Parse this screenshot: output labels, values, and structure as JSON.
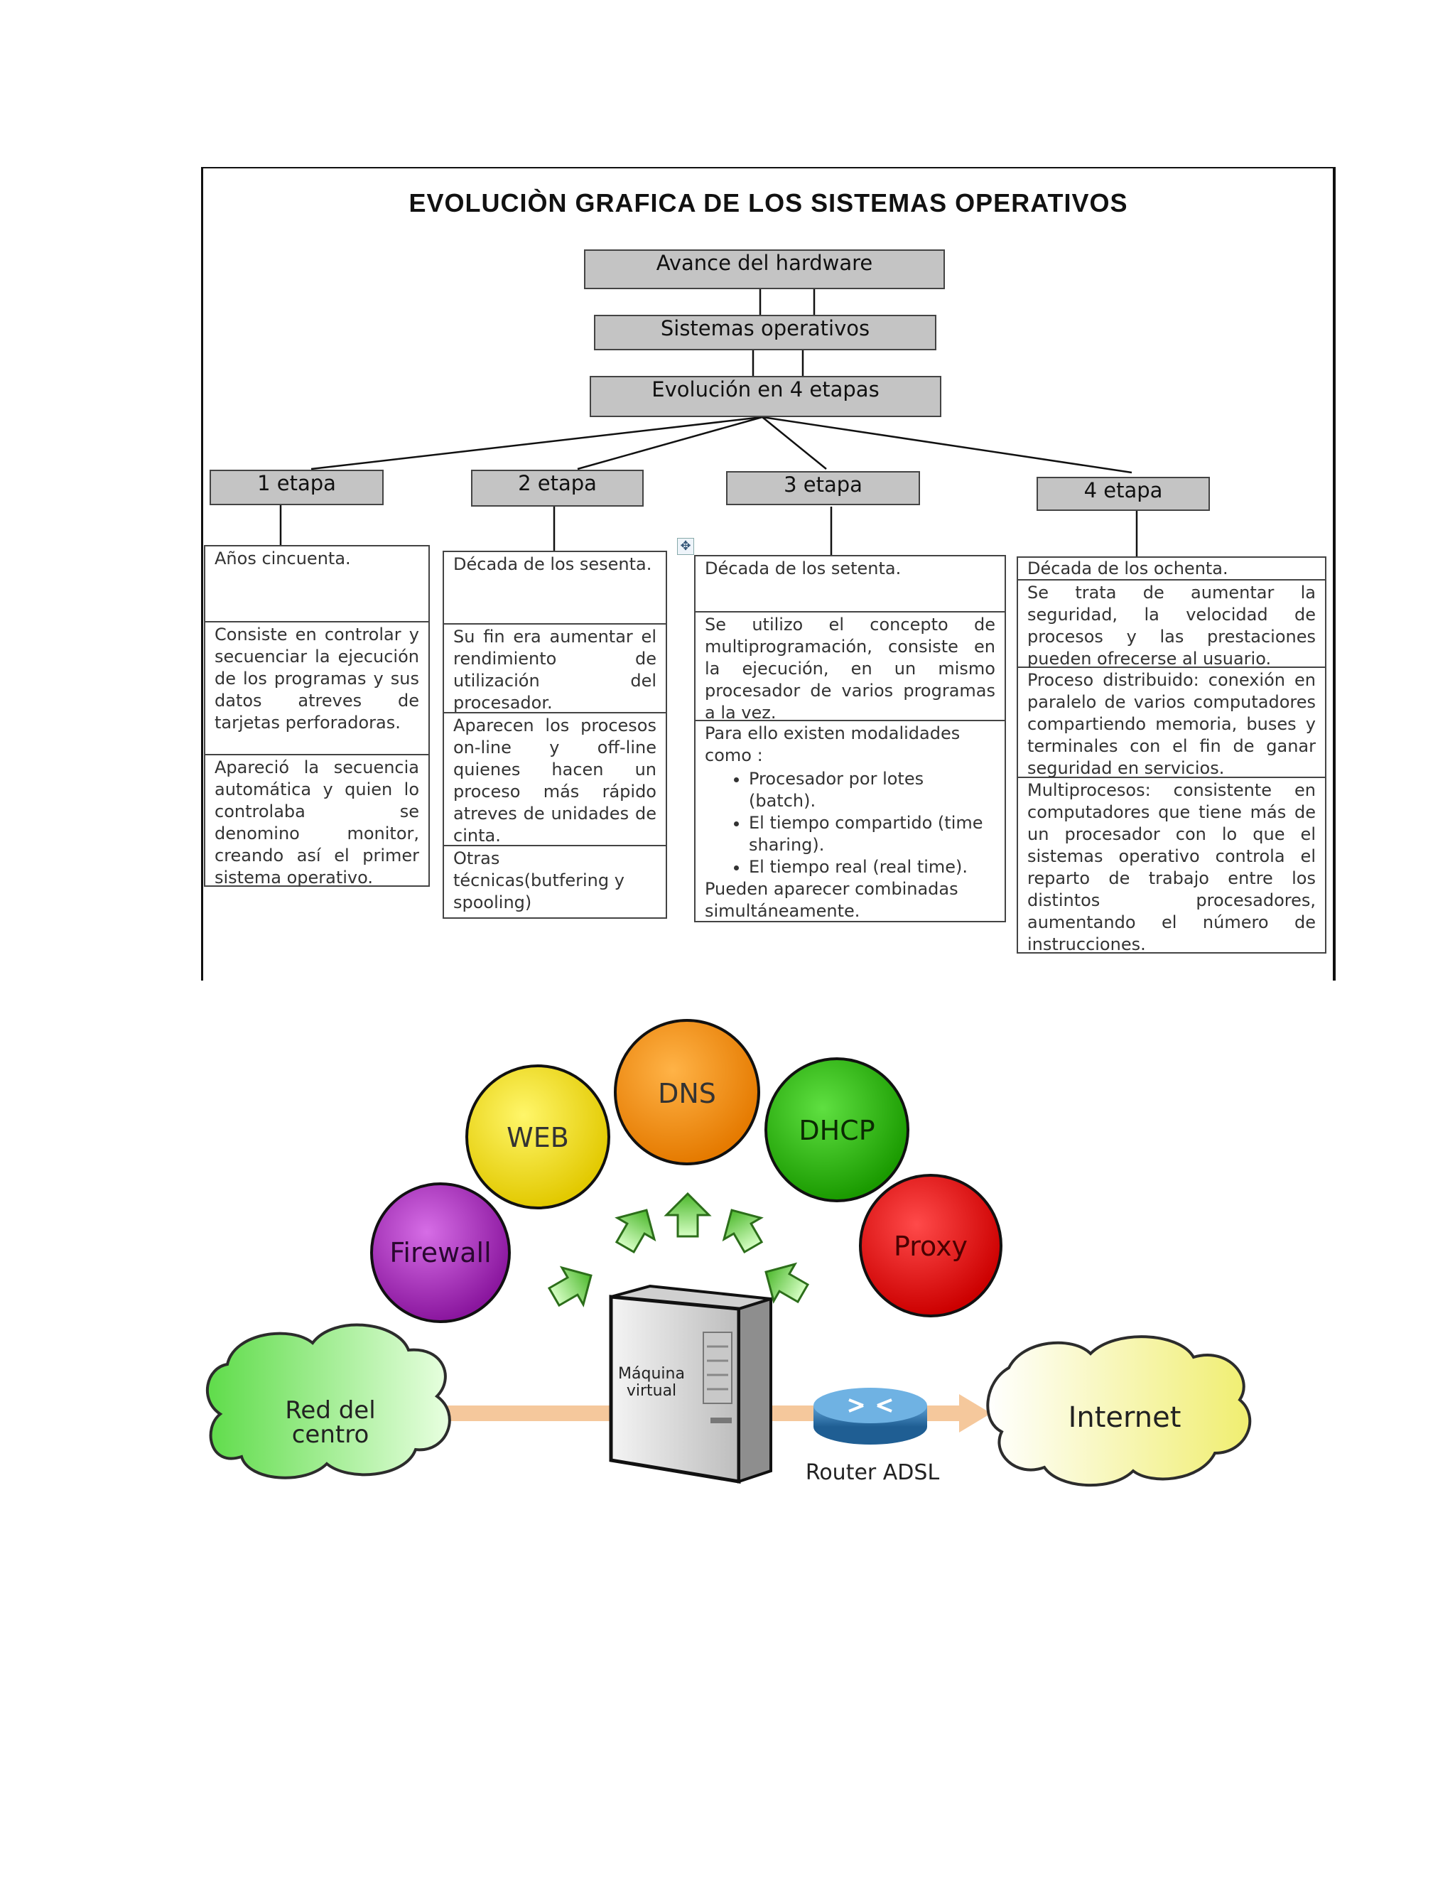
{
  "flow": {
    "title": "EVOLUCIÒN GRAFICA  DE LOS SISTEMAS OPERATIVOS",
    "levels": [
      "Avance del  hardware",
      "Sistemas operativos",
      "Evolución en 4 etapas"
    ],
    "stages": [
      {
        "label": "1 etapa",
        "cells": [
          "Años cincuenta.",
          " Consiste en controlar y secuenciar la ejecución de los programas y sus datos atreves de tarjetas perforadoras.",
          " Apareció la secuencia automática y quien lo controlaba se denomino monitor, creando así el primer sistema operativo."
        ]
      },
      {
        "label": "2 etapa",
        "cells": [
          "Década de los sesenta.",
          "Su fin era aumentar el rendimiento de utilización del procesador.",
          "Aparecen los procesos on-line y off-line quienes hacen un proceso más rápido atreves de unidades de cinta.",
          "Otras técnicas(butfering y spooling)"
        ]
      },
      {
        "label": "3 etapa",
        "cells": [
          "Década de los setenta.",
          "Se utilizo el concepto de multiprogramación, consiste en la ejecución, en un mismo procesador de varios programas a la vez."
        ],
        "modalities_intro": "Para ello existen modalidades como :",
        "modalities": [
          "Procesador por lotes (batch).",
          "El tiempo compartido (time sharing).",
          "El tiempo real (real time)."
        ],
        "modalities_outro": "Pueden aparecer combinadas simultáneamente."
      },
      {
        "label": "4 etapa",
        "cells": [
          "Década de los ochenta.",
          "Se trata de aumentar la seguridad, la velocidad de procesos y las prestaciones pueden ofrecerse al usuario.",
          "Proceso distribuido: conexión en paralelo de varios computadores compartiendo memoria, buses y terminales con el fin de ganar seguridad  en servicios.",
          "Multiprocesos: consistente en computadores que tiene más de un procesador con lo que el sistemas operativo controla el reparto de trabajo entre los distintos procesadores, aumentando el número de instrucciones."
        ]
      }
    ]
  },
  "network": {
    "services": [
      "Firewall",
      "WEB",
      "DNS",
      "DHCP",
      "Proxy"
    ],
    "server_label_1": "Máquina",
    "server_label_2": "virtual",
    "lan_label_1": "Red del",
    "lan_label_2": "centro",
    "router_label": "Router ADSL",
    "internet_label": "Internet",
    "colors": {
      "firewall": "#9b1fb0",
      "web": "#f4e200",
      "dns": "#f58a00",
      "dhcp": "#22b000",
      "proxy": "#e80000",
      "lan_cloud": "#7ee86a",
      "internet_cloud": "#f6f4a0",
      "link": "#f5c89c",
      "router": "#3a7fb5",
      "arrow": "#8fe05a"
    }
  }
}
